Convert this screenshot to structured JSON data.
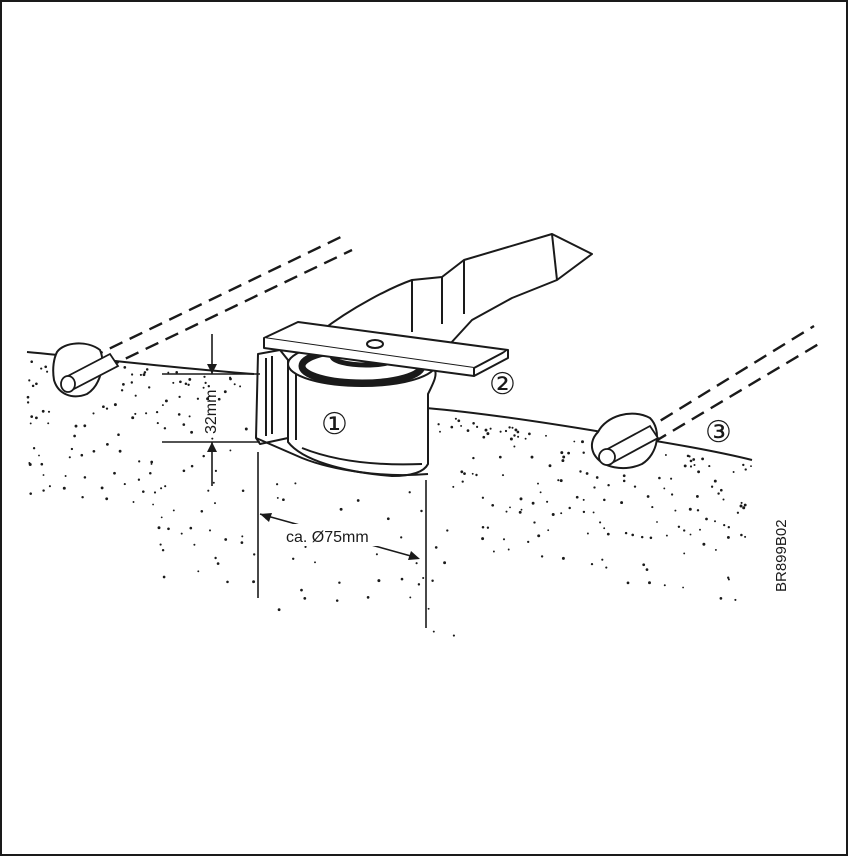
{
  "labels": {
    "depth": "32mm",
    "diameter": "ca. Ø75mm",
    "drawing_code": "BR899B02"
  },
  "callouts": {
    "part_1": "①",
    "part_2": "②",
    "part_3": "③"
  },
  "colors": {
    "ink": "#1a1a1a",
    "paper": "#ffffff"
  }
}
